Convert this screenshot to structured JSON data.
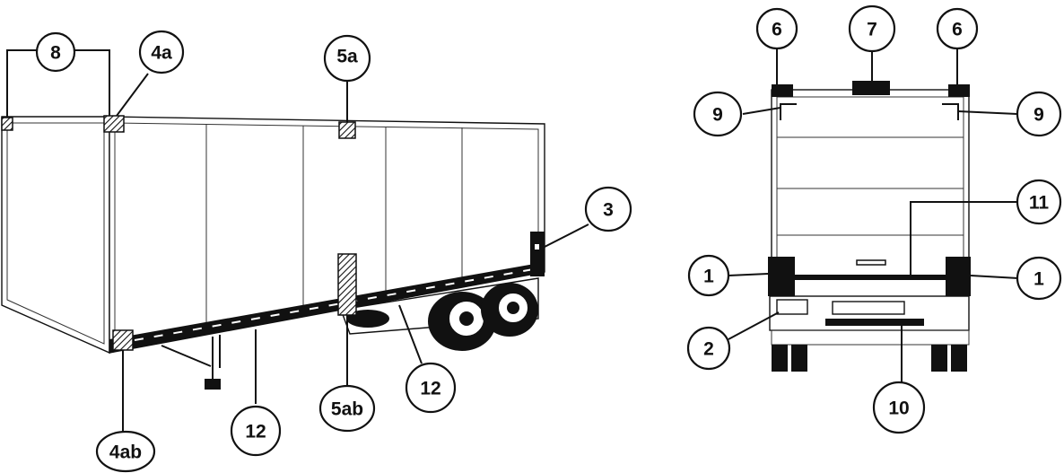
{
  "side_view": {
    "callouts": [
      {
        "id": "8",
        "label": "8"
      },
      {
        "id": "4a",
        "label": "4a"
      },
      {
        "id": "5a",
        "label": "5a"
      },
      {
        "id": "3",
        "label": "3"
      },
      {
        "id": "4ab",
        "label": "4ab"
      },
      {
        "id": "12-left",
        "label": "12"
      },
      {
        "id": "5ab",
        "label": "5ab"
      },
      {
        "id": "12-right",
        "label": "12"
      }
    ]
  },
  "rear_view": {
    "callouts": [
      {
        "id": "6-left",
        "label": "6"
      },
      {
        "id": "7",
        "label": "7"
      },
      {
        "id": "6-right",
        "label": "6"
      },
      {
        "id": "9-left",
        "label": "9"
      },
      {
        "id": "9-right",
        "label": "9"
      },
      {
        "id": "11",
        "label": "11"
      },
      {
        "id": "1-left",
        "label": "1"
      },
      {
        "id": "1-right",
        "label": "1"
      },
      {
        "id": "2",
        "label": "2"
      },
      {
        "id": "10",
        "label": "10"
      }
    ]
  }
}
